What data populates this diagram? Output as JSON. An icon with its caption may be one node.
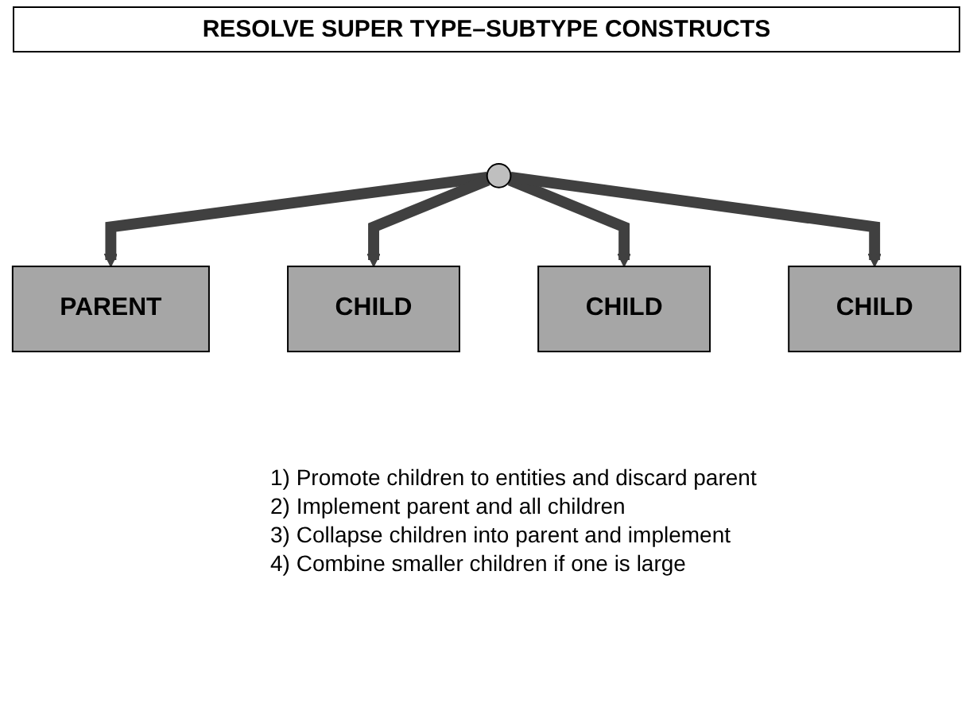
{
  "diagram": {
    "title": "RESOLVE SUPER TYPE–SUBTYPE CONSTRUCTS",
    "nodes": [
      {
        "text": [
          "PARENT"
        ]
      },
      {
        "text": [
          "CHILD"
        ]
      },
      {
        "text": [
          "CHILD"
        ]
      },
      {
        "text": [
          "CHILD"
        ]
      },
      {
        "text": [],
        "shape": "ellipse"
      }
    ],
    "edges": [
      {
        "from": 4,
        "to": 0,
        "arrow": "to"
      },
      {
        "from": 4,
        "to": 1,
        "arrow": "to"
      },
      {
        "from": 4,
        "to": 2,
        "arrow": "to"
      },
      {
        "from": 4,
        "to": 3,
        "arrow": "to"
      }
    ],
    "labels": [
      "1) Promote children to entities and discard parent",
      "2) Implement parent and all children",
      "3) Collapse children into parent and implement",
      "4) Combine smaller children if one is large"
    ]
  }
}
